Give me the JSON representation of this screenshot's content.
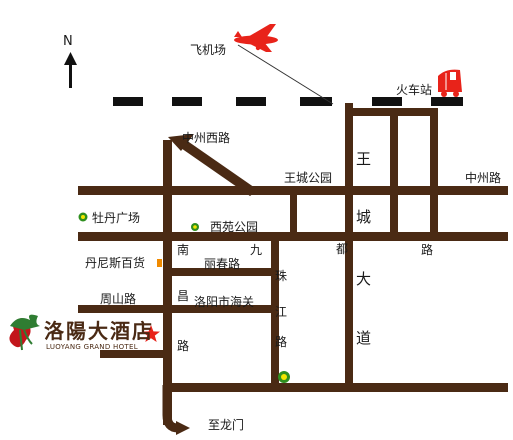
{
  "compass": {
    "north": "N"
  },
  "hotel": {
    "name_cn": "洛陽大酒店",
    "name_en": "LUOYANG GRAND HOTEL"
  },
  "labels": {
    "airport": "飞机场",
    "railway_station": "火车站",
    "zhongzhou_west_road": "中州西路",
    "wangcheng_park": "王城公园",
    "zhongzhou_road": "中州路",
    "mudan_square": "牡丹广场",
    "xiyuan_park": "西苑公园",
    "dennis_store": "丹尼斯百货",
    "lichun_road": "丽春路",
    "zhoushan_road": "周山路",
    "customs": "洛阳市海关",
    "zhilongmen": "至龙门",
    "nan": "南",
    "chang": "昌",
    "lu_nc": "路",
    "jiu": "九",
    "du": "都",
    "lu_jd": "路",
    "zhu": "珠",
    "jiang": "江",
    "lu_zj": "路",
    "wang": "王",
    "cheng": "城",
    "da": "大",
    "dao": "道"
  },
  "colors": {
    "road": "#4a2a14",
    "railway": "#111111",
    "accent_red": "#e8231a",
    "park_green": "#2f8f1f",
    "park_yellow": "#f2e600",
    "shop_orange": "#f08a00"
  }
}
